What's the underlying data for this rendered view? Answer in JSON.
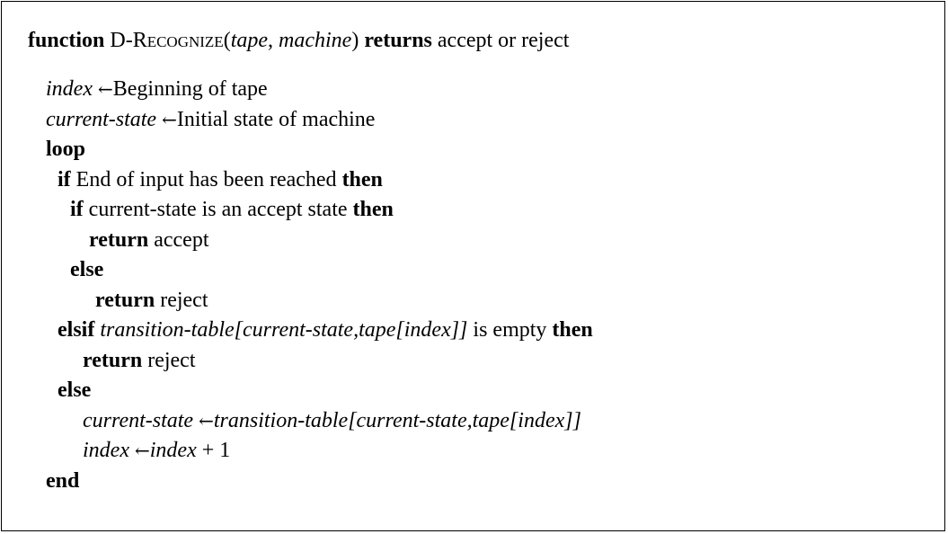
{
  "header": {
    "kw_function": "function",
    "name_d": "D-",
    "name_rest": "Recognize",
    "open_paren": "(",
    "param_tape": "tape",
    "comma": ", ",
    "param_machine": "machine",
    "close_paren": ")",
    "kw_returns": "returns",
    "return_desc": "accept or reject"
  },
  "arrow": "←",
  "lines": {
    "l1": {
      "lhs": "index",
      "rhs": "Beginning of tape"
    },
    "l2": {
      "lhs": "current-state",
      "rhs": "Initial state of machine"
    },
    "l3": {
      "kw": "loop"
    },
    "l4": {
      "kw": "if",
      "cond": "End of input has been reached",
      "kw2": "then"
    },
    "l5": {
      "kw": "if",
      "cond": "current-state is an accept state",
      "kw2": "then"
    },
    "l6": {
      "kw": "return",
      "val": "accept"
    },
    "l7": {
      "kw": "else"
    },
    "l8": {
      "kw": "return",
      "val": "reject"
    },
    "l9": {
      "kw": "elsif",
      "expr": "transition-table[current-state,tape[index]]",
      "mid": "is empty",
      "kw2": "then"
    },
    "l10": {
      "kw": "return",
      "val": "reject"
    },
    "l11": {
      "kw": "else"
    },
    "l12": {
      "lhs": "current-state",
      "rhs": "transition-table[current-state,tape[index]]"
    },
    "l13": {
      "lhs": "index",
      "rhs_var": "index",
      "rhs_rest": "+ 1"
    },
    "l14": {
      "kw": "end"
    }
  }
}
